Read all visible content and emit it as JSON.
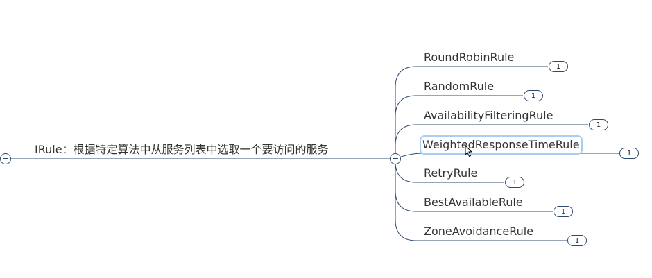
{
  "root": {
    "label": "IRule：根据特定算法中从服务列表中选取一个要访问的服务"
  },
  "children": [
    {
      "label": "RoundRobinRule",
      "count": "1"
    },
    {
      "label": "RandomRule",
      "count": "1"
    },
    {
      "label": "AvailabilityFilteringRule",
      "count": "1"
    },
    {
      "label": "WeightedResponseTimeRule",
      "count": "1",
      "selected": true
    },
    {
      "label": "RetryRule",
      "count": "1"
    },
    {
      "label": "BestAvailableRule",
      "count": "1"
    },
    {
      "label": "ZoneAvoidanceRule",
      "count": "1"
    }
  ],
  "colors": {
    "line": "#2f4a6e",
    "selection": "#a9cdf3",
    "text": "#333333"
  }
}
